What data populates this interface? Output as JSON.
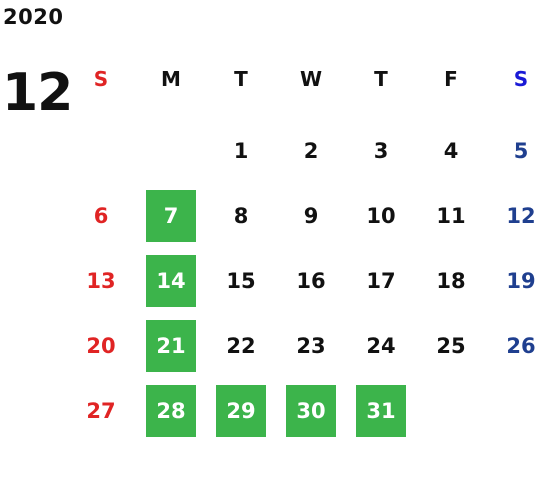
{
  "year": "2020",
  "month": "12",
  "colors": {
    "sunday": "#e02424",
    "saturday": "#1f3f8f",
    "highlight": "#3cb44b"
  },
  "weekdays": [
    "S",
    "M",
    "T",
    "W",
    "T",
    "F",
    "S"
  ],
  "weeks": [
    [
      "",
      "",
      "1",
      "2",
      "3",
      "4",
      "5"
    ],
    [
      "6",
      "7",
      "8",
      "9",
      "10",
      "11",
      "12"
    ],
    [
      "13",
      "14",
      "15",
      "16",
      "17",
      "18",
      "19"
    ],
    [
      "20",
      "21",
      "22",
      "23",
      "24",
      "25",
      "26"
    ],
    [
      "27",
      "28",
      "29",
      "30",
      "31",
      "",
      ""
    ]
  ],
  "highlighted_days": [
    "7",
    "14",
    "21",
    "28",
    "29",
    "30",
    "31"
  ]
}
